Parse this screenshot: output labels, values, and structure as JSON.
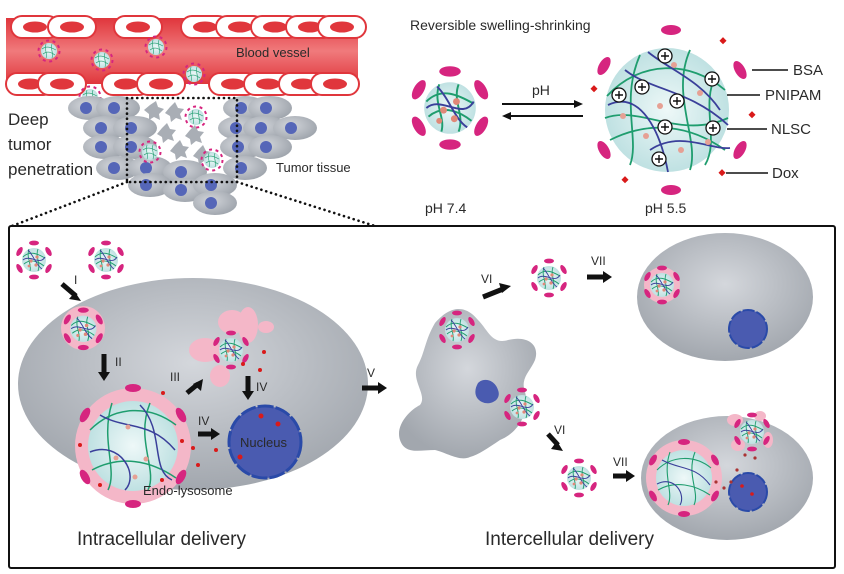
{
  "top_left": {
    "blood_vessel_label": "Blood vessel",
    "tumor_tissue_label": "Tumor tissue",
    "deep_penetration_lines": [
      "Deep",
      "tumor",
      "penetration"
    ]
  },
  "top_right": {
    "title": "Reversible swelling-shrinking",
    "arrow_label": "pH",
    "state_left": "pH 7.4",
    "state_right": "pH 5.5",
    "legend": [
      "BSA",
      "PNIPAM",
      "NLSC",
      "Dox"
    ]
  },
  "bottom": {
    "steps": {
      "I": "I",
      "II": "II",
      "III": "III",
      "IV_a": "IV",
      "IV_b": "IV",
      "V": "V",
      "VI_a": "VI",
      "VI_b": "VI",
      "VII_a": "VII",
      "VII_b": "VII"
    },
    "nucleus_label": "Nucleus",
    "endolysosome_label": "Endo-lysosome",
    "intracellular_title": "Intracellular delivery",
    "intercellular_title": "Intercellular delivery"
  },
  "colors": {
    "vessel": "#e8454a",
    "bsa": "#d6257f",
    "cell": "#a4a9b0",
    "nucleus": "#4a5bb0",
    "nanogel": "#cfe9ea",
    "pnipam": "#1f9d6e",
    "nlsc": "#3a3f9a",
    "dox": "#d91a1a",
    "endosome": "#f4b7c8"
  }
}
